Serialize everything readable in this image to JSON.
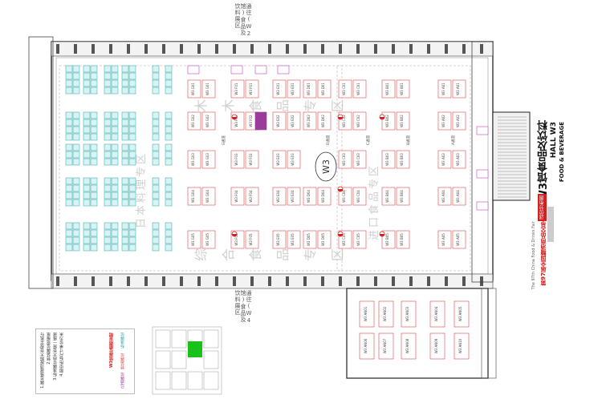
{
  "hall": {
    "code": "W3",
    "title_cn": "W3馆食品及饮料",
    "title_en_line1": "HALL W3",
    "title_en_line2": "FOOD & BEVERAGE",
    "badge": "展位分布图",
    "fair_en": "The 97th China Food & Drinks Fair",
    "fair_cn": "第97届全国糖酒商品交易会"
  },
  "arrivals": {
    "top": "通往(W2馆)食品及饮料展区",
    "bottom": "通往(W4馆)食品及饮料展区"
  },
  "zone_watermark_top": [
    "木",
    "木",
    "食",
    "品",
    "专",
    "区"
  ],
  "zone_watermark_left": "日本料理专区",
  "zone_watermark_bottom": [
    "综",
    "合",
    "食",
    "品",
    "专",
    "区"
  ],
  "zone_watermark_right": "进口食品专区",
  "aisles": [
    "A通道",
    "B通道",
    "C通道",
    "D通道",
    "E通道"
  ],
  "booth_prefix": "W3",
  "booth_columns_left": [
    "G",
    "G",
    "F",
    "F",
    "E",
    "E",
    "D",
    "D"
  ],
  "booth_columns_right": [
    "C",
    "C",
    "B",
    "B",
    "A",
    "A"
  ],
  "legend": {
    "lines": [
      "1.展台搭建须按照大会规定执行",
      "2.特装展位需报批",
      "3.标准展位由大会统一搭建",
      "4.图中所标尺寸单位为米"
    ],
    "title": "W3馆展位图例说明",
    "key_standard": "标准展位",
    "key_special": "特装展位",
    "key_selected": "已选展位"
  },
  "colors": {
    "booth_red": "#e04545",
    "booth_teal": "#2aa6a6",
    "booth_teal_fill": "#d7f3f3",
    "booth_magenta": "#c040c0",
    "booth_selected": "#9b3c9b",
    "wall": "#222222",
    "accent_red": "#d02020",
    "minimap_green": "#19c219"
  }
}
